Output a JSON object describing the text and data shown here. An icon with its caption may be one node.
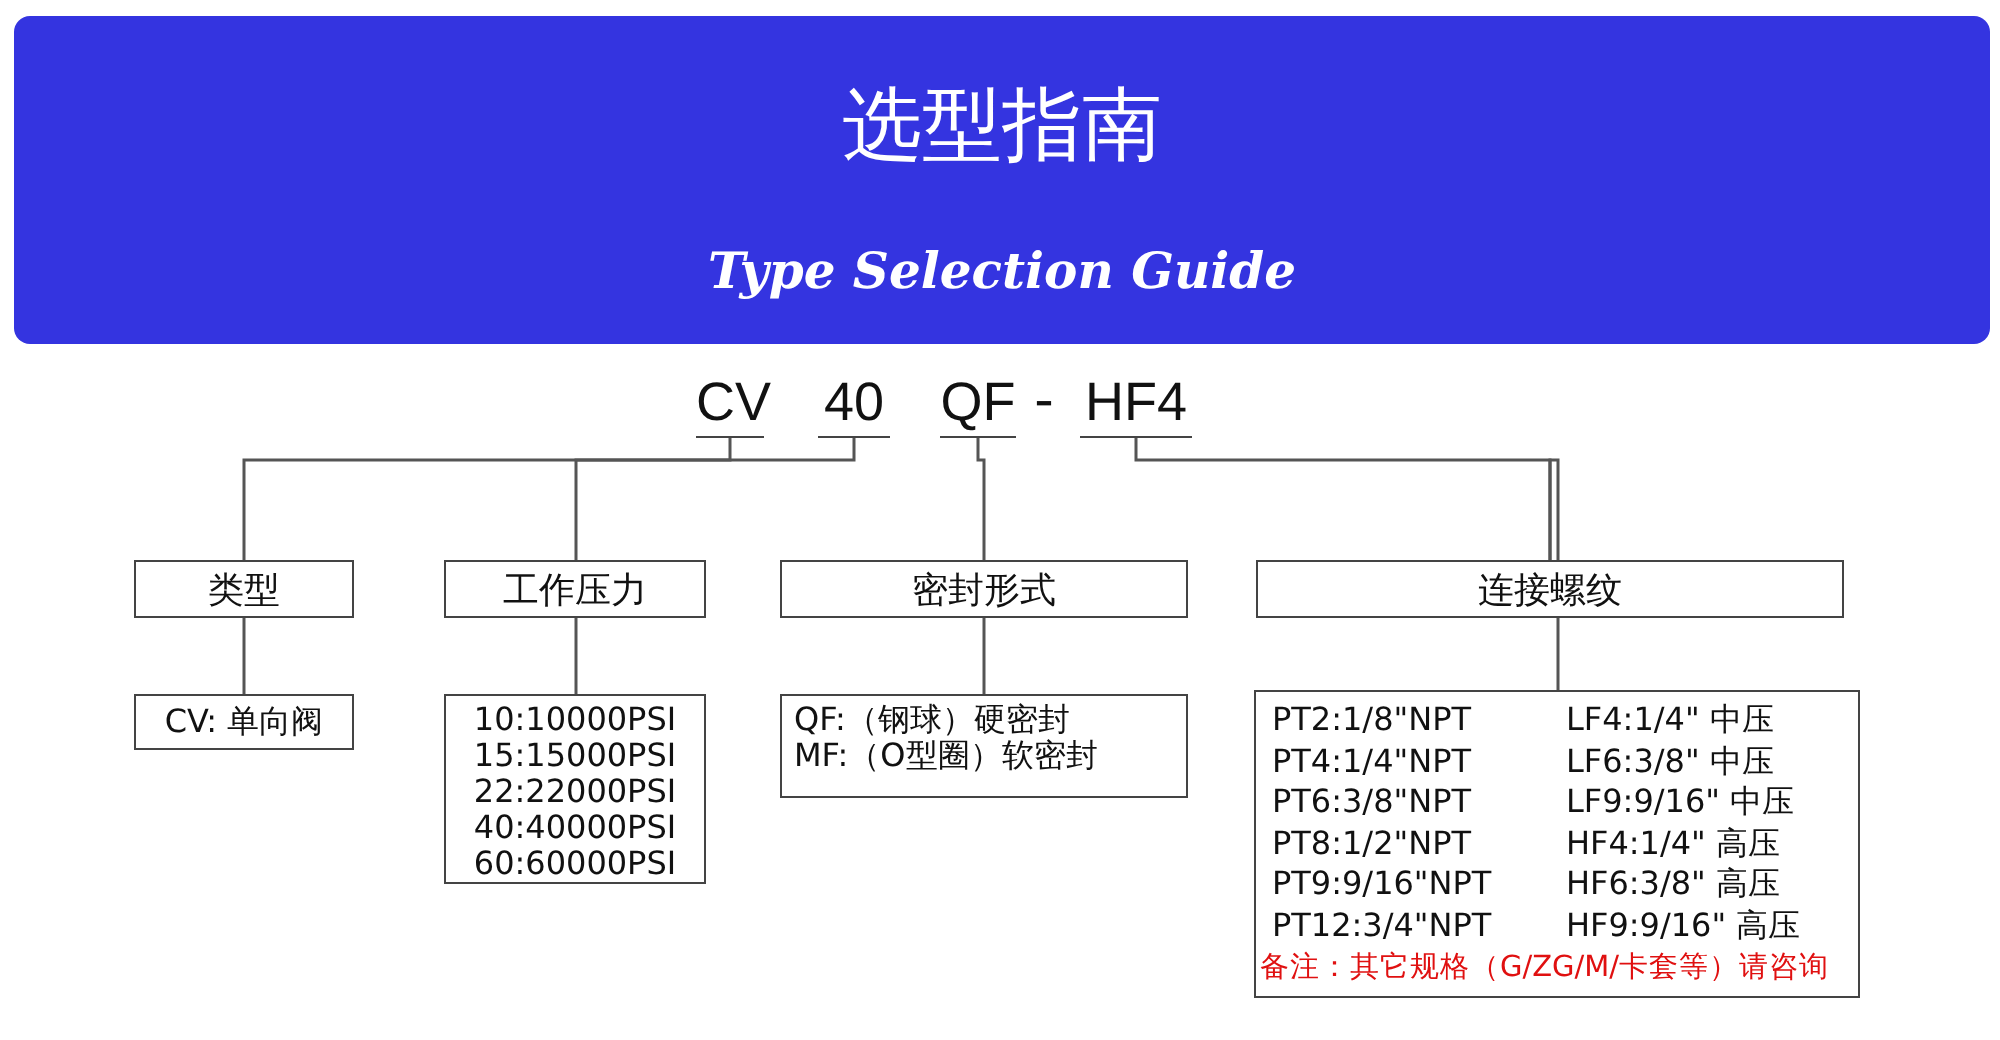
{
  "diagram": {
    "nodes": [
      {
        "text": [
          "选型指南",
          "Type Selection Guide"
        ]
      },
      {
        "text": [
          "CV"
        ]
      },
      {
        "text": [
          "40"
        ]
      },
      {
        "text": [
          "QF"
        ]
      },
      {
        "text": [
          "HF4"
        ]
      },
      {
        "text": [
          "类型"
        ]
      },
      {
        "text": [
          "工作压力"
        ]
      },
      {
        "text": [
          "密封形式"
        ]
      },
      {
        "text": [
          "连接螺纹"
        ]
      },
      {
        "text": [
          "CV: 单向阀"
        ]
      },
      {
        "text": [
          "10:10000PSI",
          "15:15000PSI",
          "22:22000PSI",
          "40:40000PSI",
          "60:60000PSI"
        ]
      },
      {
        "text": [
          "QF:（钢球）硬密封",
          "MF:（O型圈）软密封"
        ]
      },
      {
        "text": [
          "PT2:1/8\"NPT",
          "LF4:1/4\" 中压",
          "PT4:1/4\"NPT",
          "LF6:3/8\" 中压",
          "PT6:3/8\"NPT",
          "LF9:9/16\" 中压",
          "PT8:1/2\"NPT",
          "HF4:1/4\" 高压",
          "PT9:9/16\"NPT",
          "HF6:3/8\" 高压",
          "PT12:3/4\"NPT",
          "HF9:9/16\" 高压",
          "备注：其它规格（G/ZG/M/卡套等）请咨询"
        ]
      }
    ],
    "edges": [
      {
        "from": 1,
        "to": 5,
        "arrow": "none"
      },
      {
        "from": 2,
        "to": 6,
        "arrow": "none"
      },
      {
        "from": 3,
        "to": 7,
        "arrow": "none"
      },
      {
        "from": 4,
        "to": 8,
        "arrow": "none"
      },
      {
        "from": 5,
        "to": 9,
        "arrow": "none"
      },
      {
        "from": 6,
        "to": 10,
        "arrow": "none"
      },
      {
        "from": 7,
        "to": 11,
        "arrow": "none"
      },
      {
        "from": 8,
        "to": 12,
        "arrow": "none"
      }
    ],
    "labels": [
      "-"
    ]
  }
}
